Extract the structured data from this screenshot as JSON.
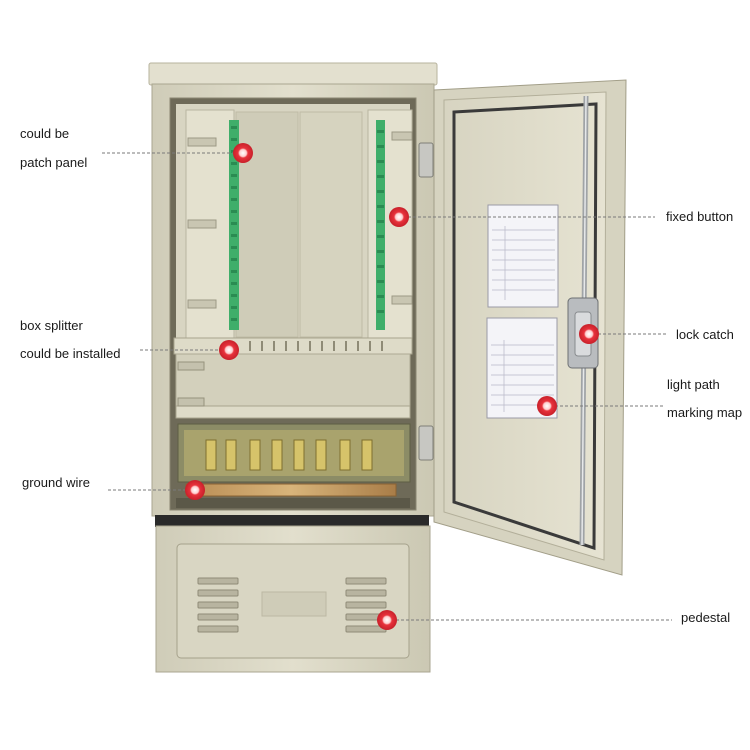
{
  "callouts": {
    "patch_panel": {
      "line1": "could be",
      "line2": "patch panel"
    },
    "box_splitter": {
      "line1": "box splitter",
      "line2": "could be installed"
    },
    "ground_wire": {
      "text": "ground wire"
    },
    "fixed_button": {
      "text": "fixed button"
    },
    "lock_catch": {
      "text": "lock catch"
    },
    "light_path": {
      "line1": "light path",
      "line2": "marking map"
    },
    "pedestal": {
      "text": "pedestal"
    }
  },
  "colors": {
    "cabinet_body": "#dcd9c6",
    "cabinet_shadow": "#bdb9a4",
    "marker_red": "#e8323c",
    "fiber_green": "#3fae6a",
    "leader_line": "#7a7a7a"
  }
}
